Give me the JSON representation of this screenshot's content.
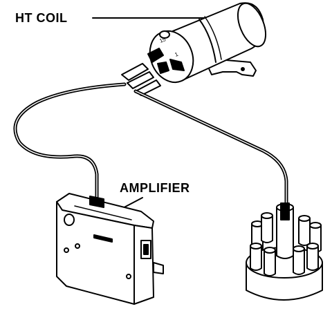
{
  "labels": {
    "ht_coil": "HT COIL",
    "amplifier": "AMPLIFIER"
  },
  "coil_marks": {
    "positive": "15",
    "negative": "1"
  },
  "colors": {
    "ink": "#000000",
    "paper": "#ffffff"
  }
}
